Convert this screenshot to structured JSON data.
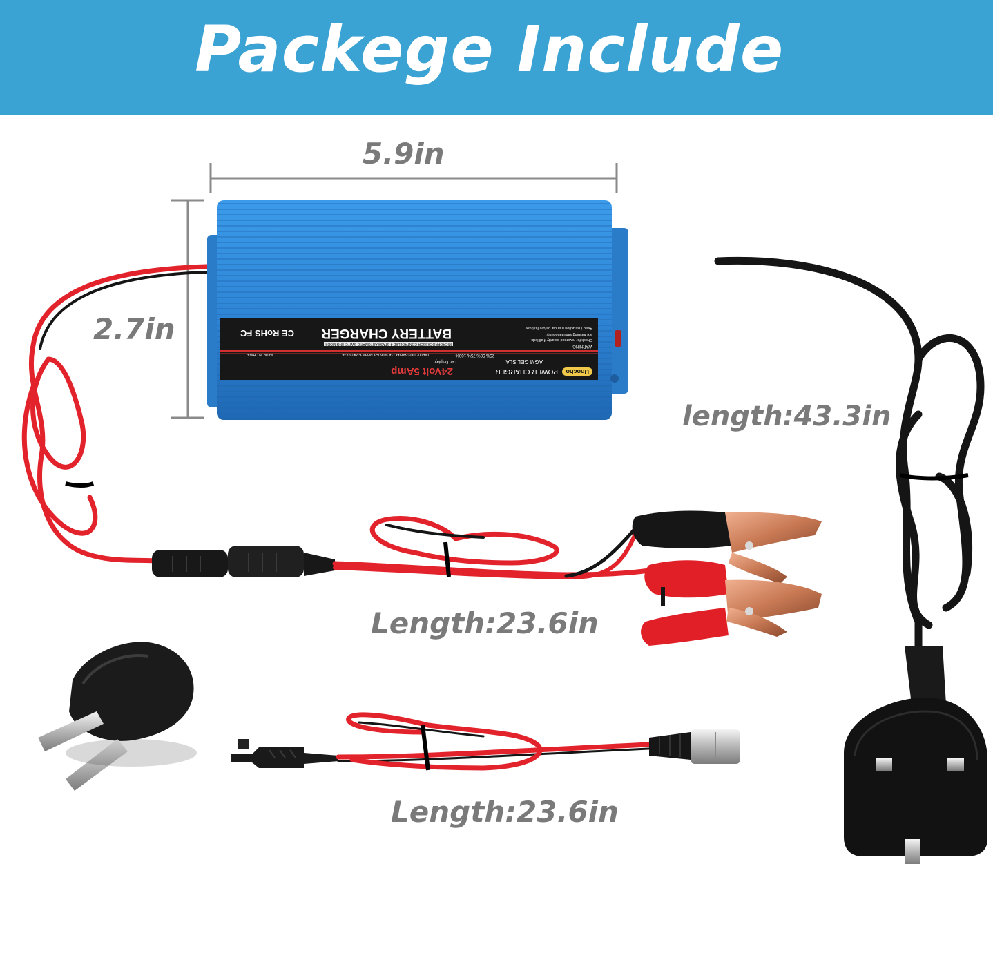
{
  "banner": {
    "title": "Packege Include",
    "background": "#3aa3d3"
  },
  "dimensions": {
    "width": "5.9in",
    "height": "2.7in",
    "power_cord": "length:43.3in",
    "clip_cable": "Length:23.6in",
    "xlr_cable": "Length:23.6in"
  },
  "charger_label": {
    "brand": "Unocho",
    "type": "POWER CHARGER",
    "battery_types": "AGM  GEL  SLA",
    "title": "BATTERY CHARGER",
    "subtitle": "MICROPROCESSOR CONTROLLED 4 STAGE AUTOMATIC SWITCHING MODE",
    "rating": "24Volt 5Amp",
    "input": "INPUT:100~240VAC 3A 50/60Hz Model:EPA150-24",
    "warning_title": "WARNING!",
    "warning_lines": [
      "Check for reversed polarity if all leds",
      "are flashing simultaneously",
      "Read instruction manual before first use"
    ],
    "led_display": "Led Display",
    "led_levels": "25%  50%  75%  100%",
    "certs": "CE RoHS FC",
    "origin": "MADE IN CHINA"
  },
  "colors": {
    "charger_blue": "#2f86d6",
    "wire_red": "#e3232b",
    "wire_black": "#151515",
    "label_gray": "#7a7a7a"
  }
}
